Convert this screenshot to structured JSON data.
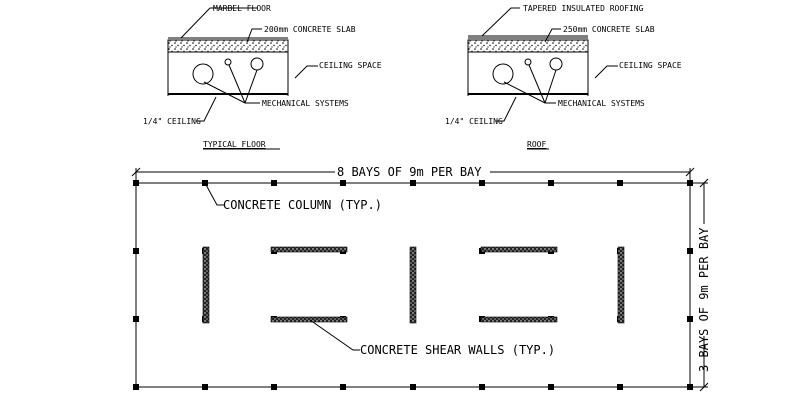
{
  "sections": {
    "typical": {
      "title": "TYPICAL FLOOR",
      "floor": "MARBEL FLOOR",
      "slab": "200mm CONCRETE SLAB",
      "ceiling_space": "CEILING SPACE",
      "mechanical": "MECHANICAL SYSTEMS",
      "ceiling": "1/4\" CEILING"
    },
    "roof": {
      "title": "ROOF",
      "roofing": "TAPERED INSULATED ROOFING",
      "slab": "250mm CONCRETE SLAB",
      "ceiling_space": "CEILING SPACE",
      "mechanical": "MECHANICAL SYSTEMS",
      "ceiling": "1/4\" CEILING"
    }
  },
  "plan": {
    "bays_horizontal": "8 BAYS OF 9m PER BAY",
    "bays_vertical": "3 BAYS OF 9m PER BAY",
    "column_label": "CONCRETE COLUMN (TYP.)",
    "shear_label": "CONCRETE SHEAR WALLS (TYP.)"
  }
}
